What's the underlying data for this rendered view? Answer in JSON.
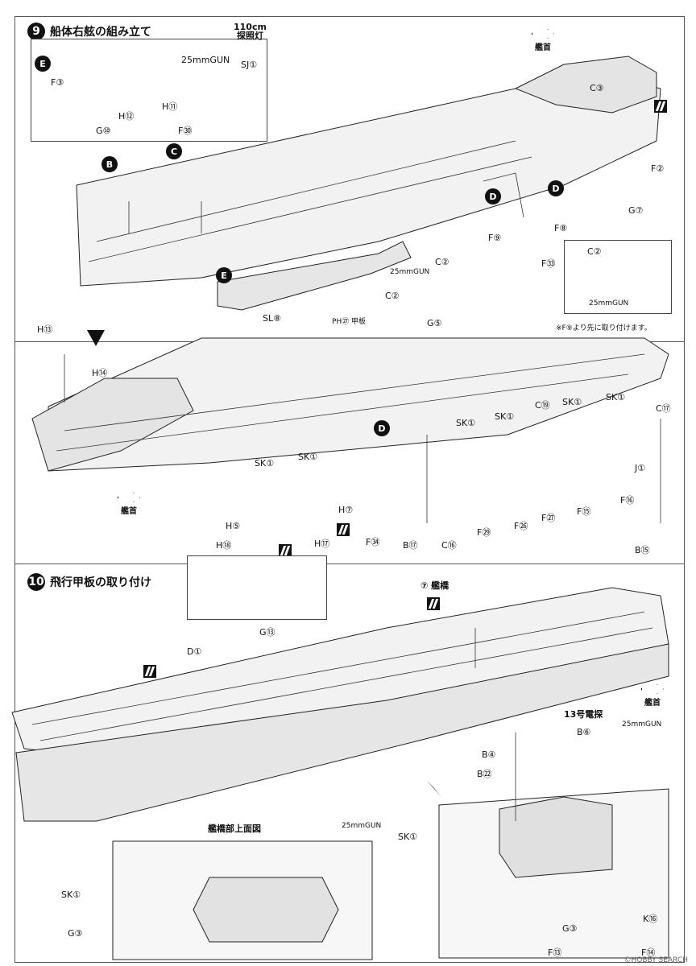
{
  "steps": [
    {
      "number": "9",
      "title": "船体右舷の組み立て"
    },
    {
      "number": "10",
      "title": "飛行甲板の取り付け"
    }
  ],
  "direction": {
    "bow_label": "艦首"
  },
  "insets": {
    "e_detail": {
      "badge": "E",
      "labels": {
        "f3": "F③",
        "h12": "H⑫",
        "h11": "H⑪",
        "g10": "G⑩",
        "f30": "F㉚",
        "gun": "25mmGUN",
        "sj1": "SJ①",
        "searchlight": "110cm\n探照灯"
      }
    },
    "gun_detail": {
      "labels": {
        "c2": "C②",
        "gun": "25mmGUN"
      }
    },
    "bridge_plan": {
      "title": "艦橋部上面図",
      "labels": {
        "sk1": "SK①",
        "g3": "G③",
        "gun": "25mmGUN"
      }
    }
  },
  "badges": {
    "b": "B",
    "c": "C",
    "d": "D",
    "e": "E"
  },
  "step9_labels": {
    "c3": "C③",
    "f2": "F②",
    "g7": "G⑦",
    "f8": "F⑧",
    "f9": "F⑨",
    "f33": "F㉝",
    "c2a": "C②",
    "c2b": "C②",
    "gun": "25mmGUN",
    "g5": "G⑤",
    "sl8": "SL⑧",
    "ph27": "PH㉗ 甲板",
    "h13": "H⑬",
    "h14": "H⑭",
    "sk1a": "SK①",
    "sk1b": "SK①",
    "sk1c": "SK①",
    "sk1d": "SK①",
    "sk1e": "SK①",
    "sk1f": "SK①",
    "c19": "C⑲",
    "c17": "C⑰",
    "j1": "J①",
    "h5": "H⑤",
    "h7": "H⑦",
    "h18": "H⑱",
    "h17": "H⑰",
    "f34": "F㉞",
    "b17": "B⑰",
    "c16": "C⑯",
    "f29": "F㉙",
    "f26": "F㉖",
    "f27": "F㉗",
    "f15": "F⑮",
    "f16": "F⑯",
    "b15": "B⑮"
  },
  "step9_note": "※F⑨より先に取り付けます。",
  "step10_labels": {
    "bridge": "⑦ 艦橋",
    "d1": "D①",
    "g13": "G⑬",
    "radar": "13号電探",
    "b6": "B⑥",
    "b4": "B④",
    "b22": "B㉒",
    "gun": "25mmGUN",
    "sk1": "SK①",
    "g3": "G③",
    "k16": "K⑯",
    "f13": "F⑬",
    "f14": "F⑭"
  },
  "watermark": "©HOBBY SEARCH"
}
